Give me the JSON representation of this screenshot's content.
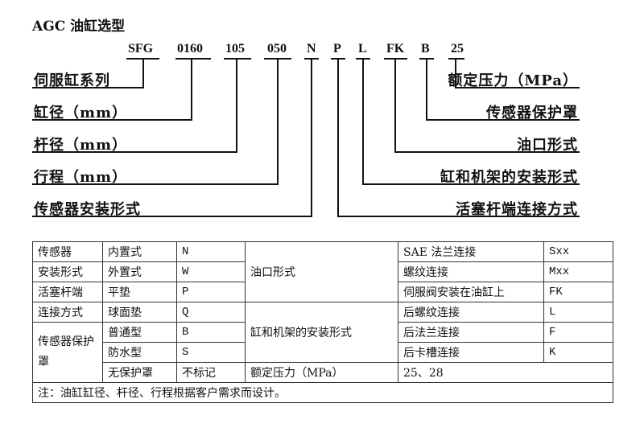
{
  "title": "AGC 油缸选型",
  "codes": [
    "SFG",
    "0160",
    "105",
    "050",
    "N",
    "P",
    "L",
    "FK",
    "B",
    "25"
  ],
  "left_labels": [
    "伺服缸系列",
    "缸径（mm）",
    "杆径（mm）",
    "行程（mm）",
    "传感器安装形式"
  ],
  "right_labels": [
    "额定压力（MPa）",
    "传感器保护罩",
    "油口形式",
    "缸和机架的安装形式",
    "活塞杆端连接方式"
  ],
  "table": {
    "r1": [
      "传感器",
      "内置式",
      "N",
      "油口形式",
      "SAE 法兰连接",
      "Sxx"
    ],
    "r2": [
      "安装形式",
      "外置式",
      "W",
      "螺纹连接",
      "Mxx"
    ],
    "r3": [
      "活塞杆端",
      "平垫",
      "P",
      "伺服阀安装在油缸上",
      "FK"
    ],
    "r4": [
      "连接方式",
      "球面垫",
      "Q",
      "后螺纹连接",
      "L"
    ],
    "r5": [
      "传感器保护罩",
      "普通型",
      "B",
      "缸和机架的安装形式",
      "后法兰连接",
      "F"
    ],
    "r6": [
      "防水型",
      "S",
      "后卡槽连接",
      "K"
    ],
    "r7": [
      "无保护罩",
      "不标记",
      "额定压力（MPa）",
      "25、28"
    ],
    "note": "注：油缸缸径、杆径、行程根据客户需求而设计。"
  }
}
